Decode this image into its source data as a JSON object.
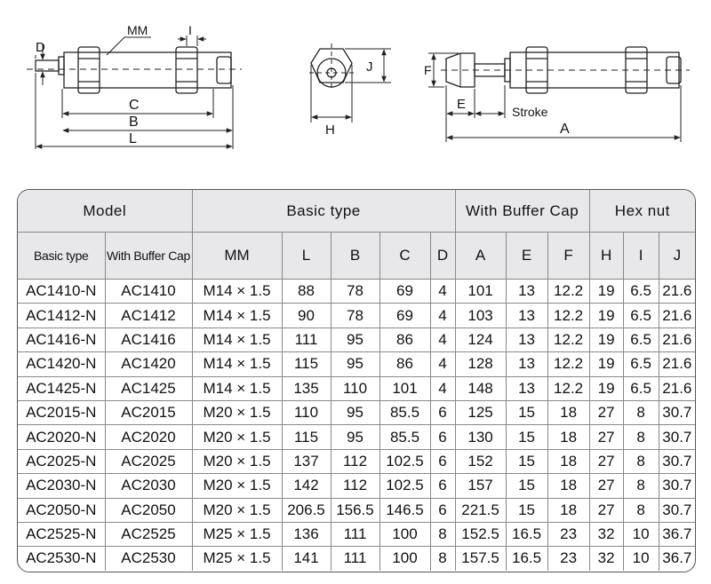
{
  "diagram": {
    "view1": {
      "mm": "MM",
      "d": "D",
      "i": "I",
      "c": "C",
      "b": "B",
      "l": "L"
    },
    "view2": {
      "j": "J",
      "h": "H"
    },
    "view3": {
      "f": "F",
      "e": "E",
      "stroke": "Stroke",
      "a": "A"
    }
  },
  "table": {
    "groups": {
      "model": "Model",
      "basic_type": "Basic  type",
      "buffer_cap": "With Buffer Cap",
      "hex_nut": "Hex  nut"
    },
    "columns": [
      "Basic type",
      "With Buffer Cap",
      "MM",
      "L",
      "B",
      "C",
      "D",
      "A",
      "E",
      "F",
      "H",
      "I",
      "J"
    ],
    "rows": [
      [
        "AC1410-N",
        "AC1410",
        "M14 × 1.5",
        "88",
        "78",
        "69",
        "4",
        "101",
        "13",
        "12.2",
        "19",
        "6.5",
        "21.6"
      ],
      [
        "AC1412-N",
        "AC1412",
        "M14 × 1.5",
        "90",
        "78",
        "69",
        "4",
        "103",
        "13",
        "12.2",
        "19",
        "6.5",
        "21.6"
      ],
      [
        "AC1416-N",
        "AC1416",
        "M14 × 1.5",
        "111",
        "95",
        "86",
        "4",
        "124",
        "13",
        "12.2",
        "19",
        "6.5",
        "21.6"
      ],
      [
        "AC1420-N",
        "AC1420",
        "M14 × 1.5",
        "115",
        "95",
        "86",
        "4",
        "128",
        "13",
        "12.2",
        "19",
        "6.5",
        "21.6"
      ],
      [
        "AC1425-N",
        "AC1425",
        "M14 × 1.5",
        "135",
        "110",
        "101",
        "4",
        "148",
        "13",
        "12.2",
        "19",
        "6.5",
        "21.6"
      ],
      [
        "AC2015-N",
        "AC2015",
        "M20 × 1.5",
        "110",
        "95",
        "85.5",
        "6",
        "125",
        "15",
        "18",
        "27",
        "8",
        "30.7"
      ],
      [
        "AC2020-N",
        "AC2020",
        "M20 × 1.5",
        "115",
        "95",
        "85.5",
        "6",
        "130",
        "15",
        "18",
        "27",
        "8",
        "30.7"
      ],
      [
        "AC2025-N",
        "AC2025",
        "M20 × 1.5",
        "137",
        "112",
        "102.5",
        "6",
        "152",
        "15",
        "18",
        "27",
        "8",
        "30.7"
      ],
      [
        "AC2030-N",
        "AC2030",
        "M20 × 1.5",
        "142",
        "112",
        "102.5",
        "6",
        "157",
        "15",
        "18",
        "27",
        "8",
        "30.7"
      ],
      [
        "AC2050-N",
        "AC2050",
        "M20 × 1.5",
        "206.5",
        "156.5",
        "146.5",
        "6",
        "221.5",
        "15",
        "18",
        "27",
        "8",
        "30.7"
      ],
      [
        "AC2525-N",
        "AC2525",
        "M25 × 1.5",
        "136",
        "111",
        "100",
        "8",
        "152.5",
        "16.5",
        "23",
        "32",
        "10",
        "36.7"
      ],
      [
        "AC2530-N",
        "AC2530",
        "M25 × 1.5",
        "141",
        "111",
        "100",
        "8",
        "157.5",
        "16.5",
        "23",
        "32",
        "10",
        "36.7"
      ]
    ]
  },
  "colors": {
    "header_bg": "#e8e8eb",
    "border": "#888888",
    "line": "#222222"
  }
}
